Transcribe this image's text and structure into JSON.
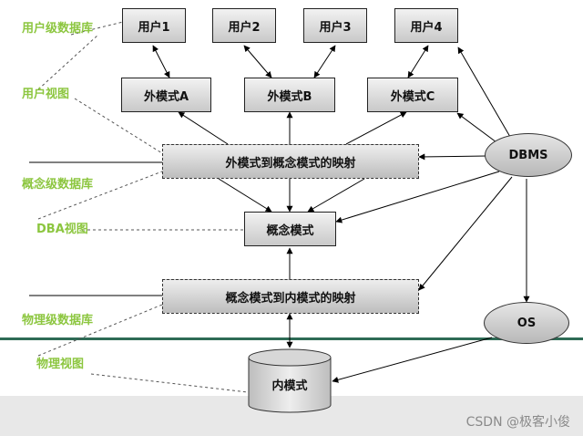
{
  "side_labels": {
    "user_db": "用户级数据库",
    "user_view": "用户视图",
    "concept_db": "概念级数据库",
    "dba_view": "DBA视图",
    "physical_db": "物理级数据库",
    "physical_view": "物理视图"
  },
  "users": [
    "用户1",
    "用户2",
    "用户3",
    "用户4"
  ],
  "external_schemas": [
    "外模式A",
    "外模式B",
    "外模式C"
  ],
  "mapping_external": "外模式到概念模式的映射",
  "conceptual_schema": "概念模式",
  "mapping_internal": "概念模式到内模式的映射",
  "internal_schema": "内模式",
  "dbms": "DBMS",
  "os": "OS",
  "watermark": "CSDN @极客小俊",
  "colors": {
    "side_label": "#8cc63f",
    "separator": "#2e6b55"
  }
}
